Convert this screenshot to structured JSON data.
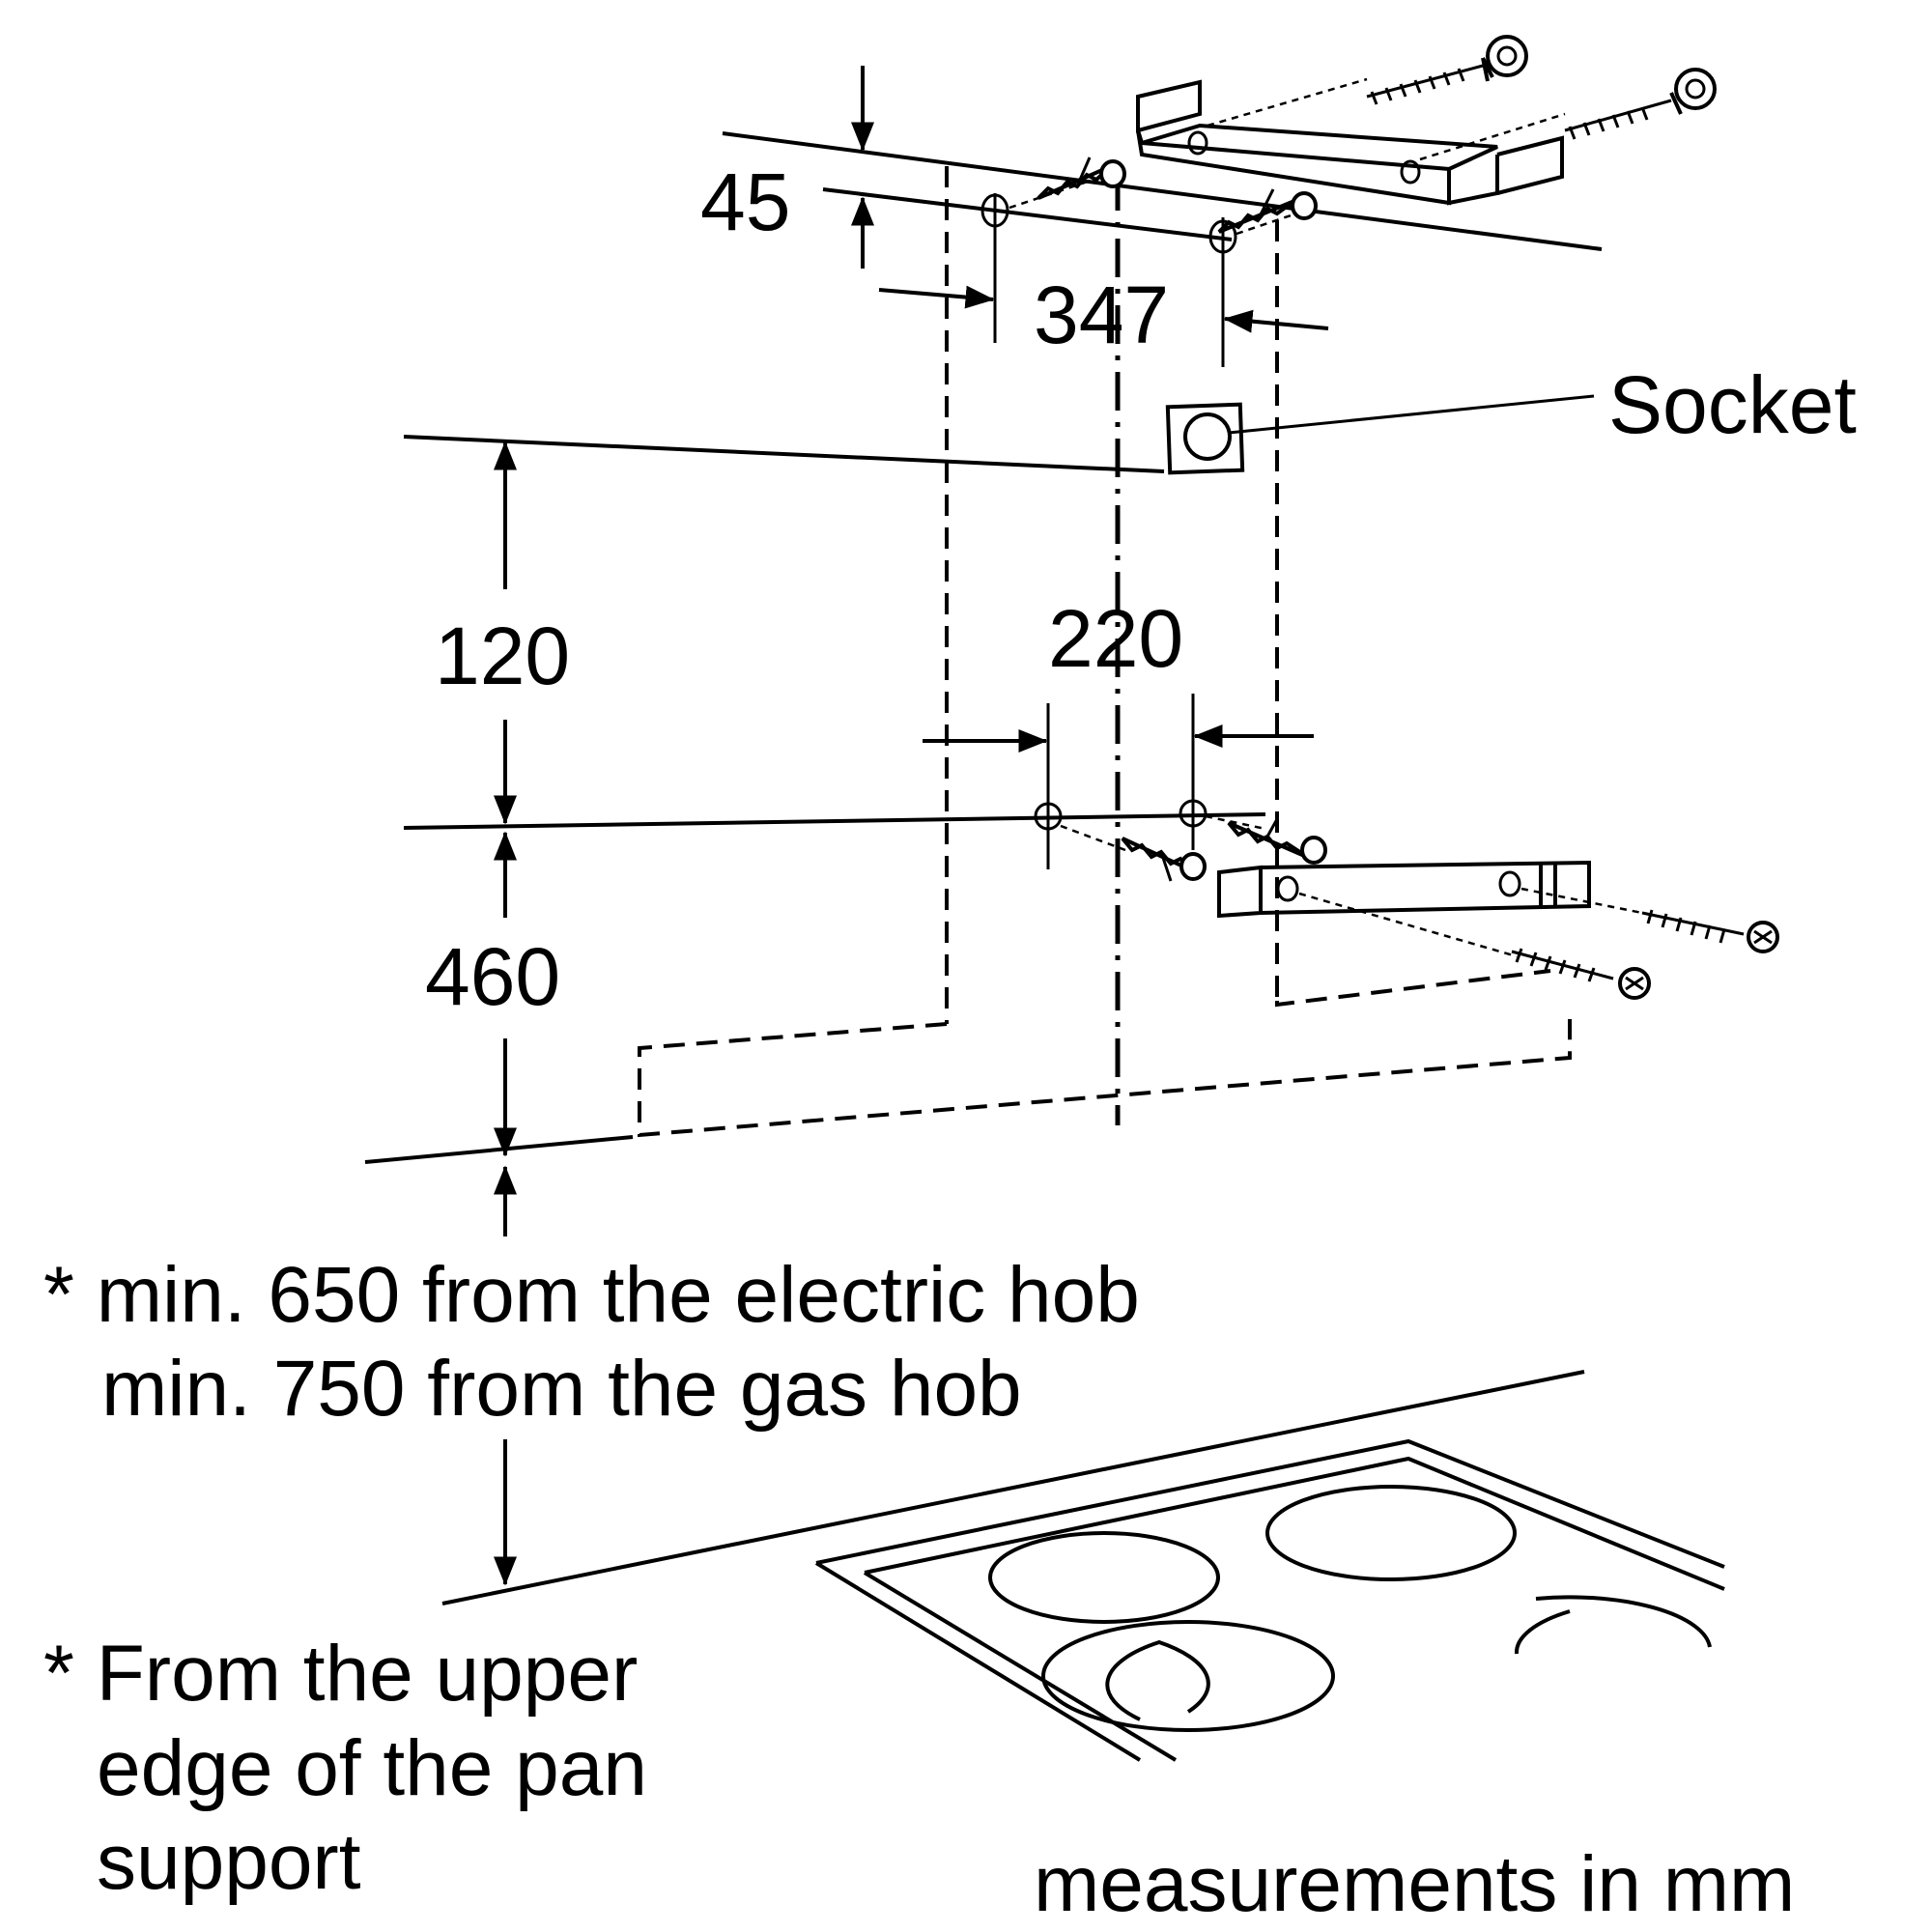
{
  "dimensions": {
    "d45": "45",
    "d347": "347",
    "d120": "120",
    "d220": "220",
    "d460": "460"
  },
  "labels": {
    "socket": "Socket"
  },
  "notes": {
    "clearance_line1": "* min. 650 from the electric hob",
    "clearance_line2": "min. 750 from the gas hob",
    "reference_line1": "* From the upper",
    "reference_line2": "edge of the pan",
    "reference_line3": "support"
  },
  "units": {
    "text": "measurements in mm"
  }
}
